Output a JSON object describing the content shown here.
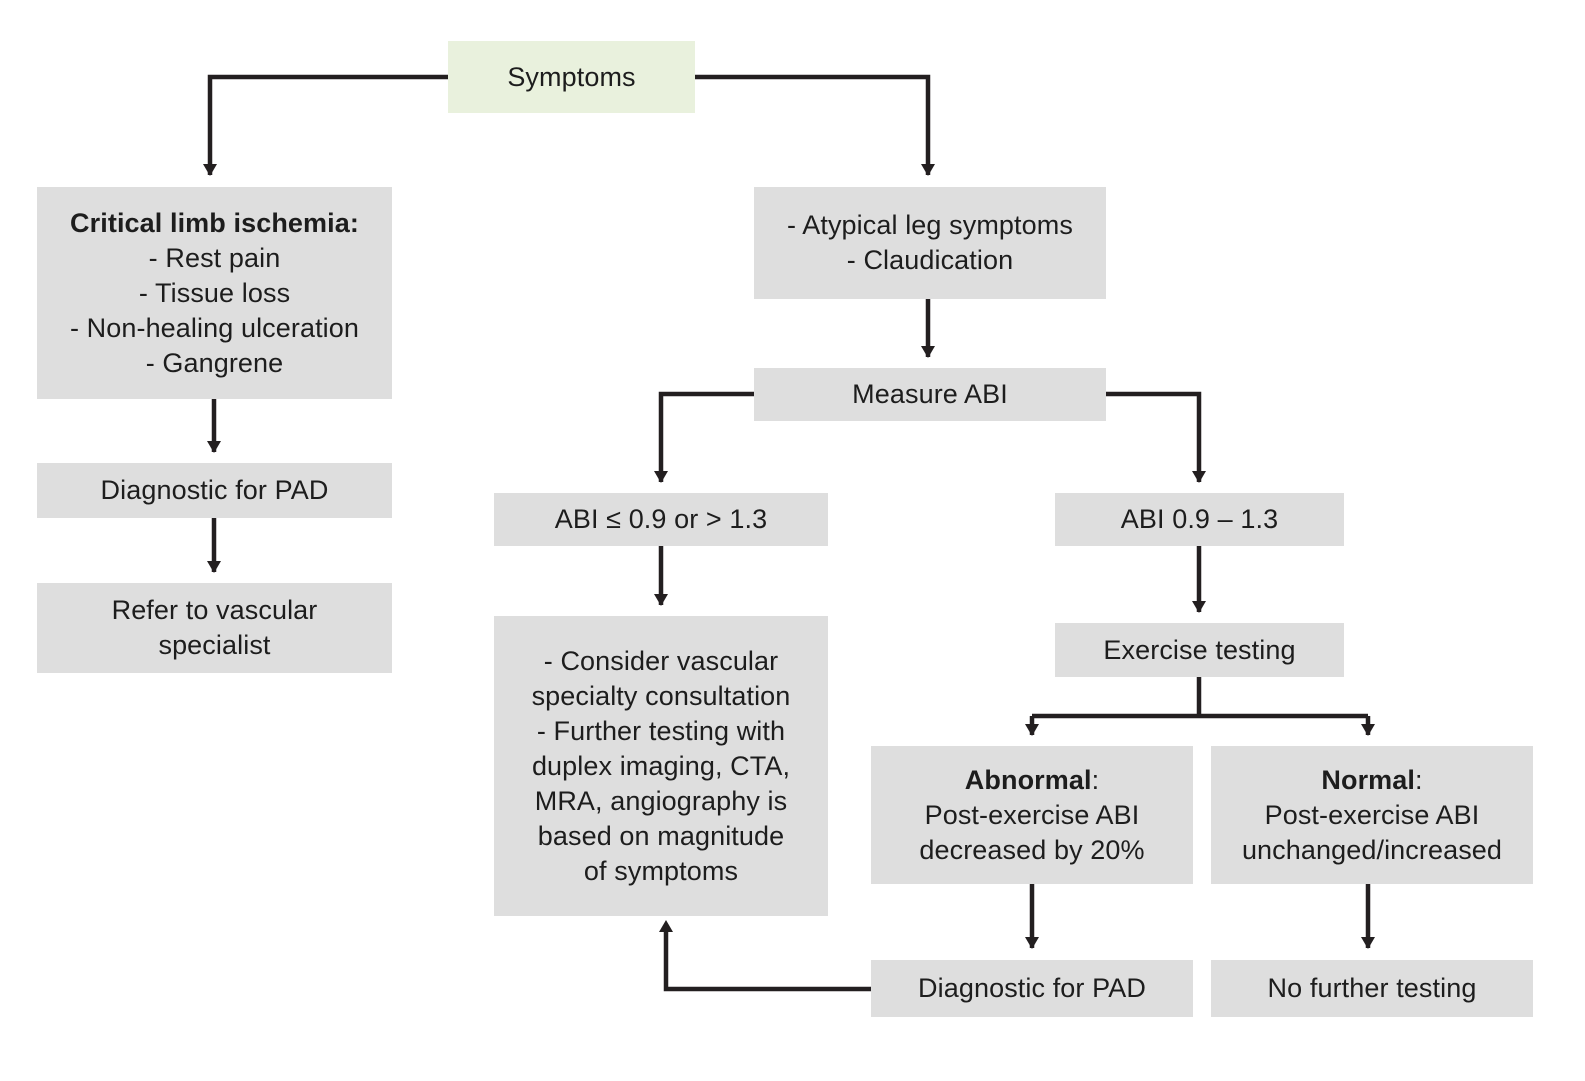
{
  "diagram": {
    "title": "PAD diagnostic algorithm flowchart",
    "colors": {
      "node_fill": "#dedede",
      "start_fill": "#e9f1dd",
      "connector": "#231f20",
      "text": "#1d1d1d",
      "background": "#ffffff"
    },
    "nodes": [
      {
        "id": "symptoms",
        "name": "symptoms",
        "kind": "start",
        "lines": [
          {
            "text": "Symptoms",
            "bold": false
          }
        ]
      },
      {
        "id": "critical-limb-ischemia",
        "name": "critical-limb-ischemia",
        "kind": "process",
        "lines": [
          {
            "text": "Critical limb ischemia:",
            "bold": true
          },
          {
            "text": "- Rest pain",
            "bold": false
          },
          {
            "text": "- Tissue loss",
            "bold": false
          },
          {
            "text": "- Non-healing ulceration",
            "bold": false
          },
          {
            "text": "- Gangrene",
            "bold": false
          }
        ]
      },
      {
        "id": "diagnostic-for-pad-left",
        "name": "diagnostic-for-pad-left",
        "kind": "process",
        "lines": [
          {
            "text": "Diagnostic for PAD",
            "bold": false
          }
        ]
      },
      {
        "id": "refer-to-vascular-specialist",
        "name": "refer-to-vascular-specialist",
        "kind": "process",
        "lines": [
          {
            "text": "Refer to vascular",
            "bold": false
          },
          {
            "text": "specialist",
            "bold": false
          }
        ]
      },
      {
        "id": "atypical-leg-symptoms",
        "name": "atypical-leg-symptoms",
        "kind": "process",
        "lines": [
          {
            "text": "- Atypical leg symptoms",
            "bold": false
          },
          {
            "text": "- Claudication",
            "bold": false
          }
        ]
      },
      {
        "id": "measure-abi",
        "name": "measure-abi",
        "kind": "process",
        "lines": [
          {
            "text": "Measure ABI",
            "bold": false
          }
        ]
      },
      {
        "id": "abi-low-or-high",
        "name": "abi-low-or-high",
        "kind": "decision-outcome",
        "lines": [
          {
            "text": "ABI ≤ 0.9 or > 1.3",
            "bold": false
          }
        ]
      },
      {
        "id": "abi-normal-range",
        "name": "abi-normal-range",
        "kind": "decision-outcome",
        "lines": [
          {
            "text": "ABI 0.9 – 1.3",
            "bold": false
          }
        ]
      },
      {
        "id": "consider-vascular-specialty",
        "name": "consider-vascular-specialty",
        "kind": "process",
        "lines": [
          {
            "text": "- Consider vascular",
            "bold": false
          },
          {
            "text": "specialty consultation",
            "bold": false
          },
          {
            "text": "- Further testing with",
            "bold": false
          },
          {
            "text": "duplex imaging, CTA,",
            "bold": false
          },
          {
            "text": "MRA, angiography is",
            "bold": false
          },
          {
            "text": "based on magnitude",
            "bold": false
          },
          {
            "text": "of symptoms",
            "bold": false
          }
        ]
      },
      {
        "id": "exercise-testing",
        "name": "exercise-testing",
        "kind": "process",
        "lines": [
          {
            "text": "Exercise testing",
            "bold": false
          }
        ]
      },
      {
        "id": "abnormal-result",
        "name": "abnormal-result",
        "kind": "process",
        "lead": "Abnormal",
        "lines": [
          {
            "text": "Abnormal:",
            "bold": true,
            "lead": "Abnormal",
            "rest": ":"
          },
          {
            "text": "Post-exercise ABI",
            "bold": false
          },
          {
            "text": "decreased by 20%",
            "bold": false
          }
        ]
      },
      {
        "id": "normal-result",
        "name": "normal-result",
        "kind": "process",
        "lead": "Normal",
        "lines": [
          {
            "text": "Normal:",
            "bold": true,
            "lead": "Normal",
            "rest": ":"
          },
          {
            "text": "Post-exercise ABI",
            "bold": false
          },
          {
            "text": "unchanged/increased",
            "bold": false
          }
        ]
      },
      {
        "id": "diagnostic-for-pad-right",
        "name": "diagnostic-for-pad-right",
        "kind": "process",
        "lines": [
          {
            "text": "Diagnostic for PAD",
            "bold": false
          }
        ]
      },
      {
        "id": "no-further-testing",
        "name": "no-further-testing",
        "kind": "process",
        "lines": [
          {
            "text": "No further testing",
            "bold": false
          }
        ]
      }
    ],
    "edges": [
      {
        "from": "symptoms",
        "to": "critical-limb-ischemia",
        "style": "left-elbow-down-arrow"
      },
      {
        "from": "symptoms",
        "to": "atypical-leg-symptoms",
        "style": "right-elbow-down-arrow"
      },
      {
        "from": "critical-limb-ischemia",
        "to": "diagnostic-for-pad-left",
        "style": "straight-down-arrow"
      },
      {
        "from": "diagnostic-for-pad-left",
        "to": "refer-to-vascular-specialist",
        "style": "straight-down-arrow"
      },
      {
        "from": "atypical-leg-symptoms",
        "to": "measure-abi",
        "style": "straight-down-arrow"
      },
      {
        "from": "measure-abi",
        "to": "abi-low-or-high",
        "style": "left-elbow-down-arrow"
      },
      {
        "from": "measure-abi",
        "to": "abi-normal-range",
        "style": "right-elbow-down-arrow"
      },
      {
        "from": "abi-low-or-high",
        "to": "consider-vascular-specialty",
        "style": "straight-down-arrow"
      },
      {
        "from": "abi-normal-range",
        "to": "exercise-testing",
        "style": "straight-down-arrow"
      },
      {
        "from": "exercise-testing",
        "to": "abnormal-result",
        "style": "t-split-down-arrow"
      },
      {
        "from": "exercise-testing",
        "to": "normal-result",
        "style": "t-split-down-arrow"
      },
      {
        "from": "abnormal-result",
        "to": "diagnostic-for-pad-right",
        "style": "straight-down-arrow"
      },
      {
        "from": "normal-result",
        "to": "no-further-testing",
        "style": "straight-down-arrow"
      },
      {
        "from": "diagnostic-for-pad-right",
        "to": "consider-vascular-specialty",
        "style": "feedback-left-up-arrow"
      }
    ]
  }
}
